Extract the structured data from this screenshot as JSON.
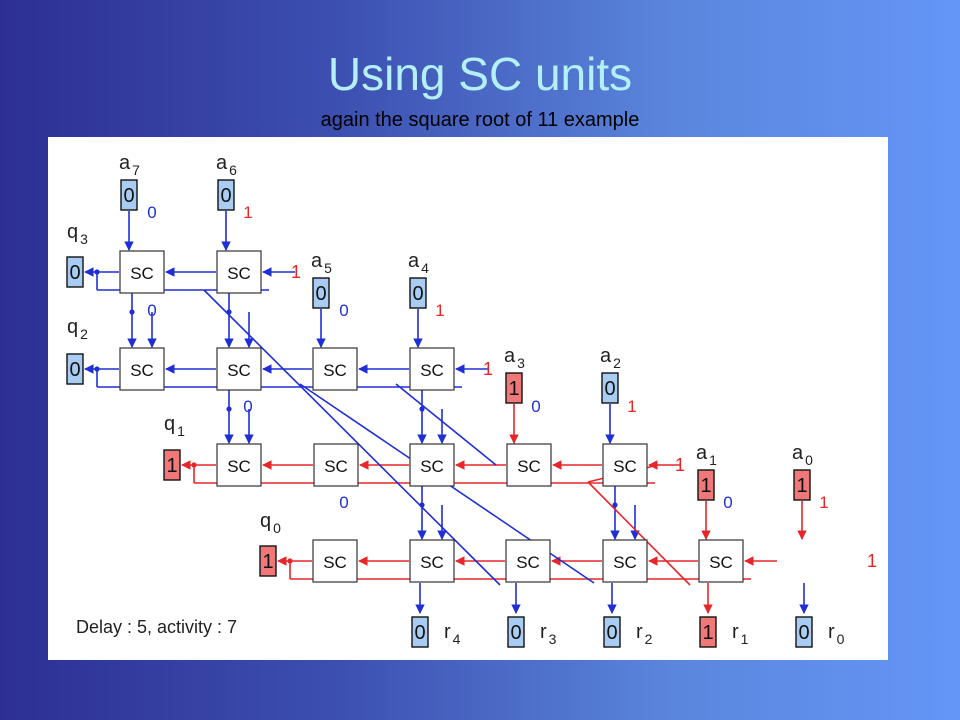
{
  "title": "Using SC units",
  "subtitle": "again the square root of 11 example",
  "status": "Delay : 5, activity : 7",
  "colors": {
    "blue": "#1f2fd6",
    "red": "#e8262a",
    "blue_box": "#a9cdf2",
    "red_box": "#f07878"
  },
  "a_inputs": [
    {
      "sym": "a",
      "sub": "7",
      "value": "0"
    },
    {
      "sym": "a",
      "sub": "6",
      "value": "0"
    },
    {
      "sym": "a",
      "sub": "5",
      "value": "0"
    },
    {
      "sym": "a",
      "sub": "4",
      "value": "0"
    },
    {
      "sym": "a",
      "sub": "3",
      "value": "1"
    },
    {
      "sym": "a",
      "sub": "2",
      "value": "0"
    },
    {
      "sym": "a",
      "sub": "1",
      "value": "1"
    },
    {
      "sym": "a",
      "sub": "0",
      "value": "1"
    }
  ],
  "q_outputs": [
    {
      "sym": "q",
      "sub": "3",
      "value": "0"
    },
    {
      "sym": "q",
      "sub": "2",
      "value": "0"
    },
    {
      "sym": "q",
      "sub": "1",
      "value": "1"
    },
    {
      "sym": "q",
      "sub": "0",
      "value": "1"
    }
  ],
  "r_outputs": [
    {
      "sym": "r",
      "sub": "4",
      "value": "0"
    },
    {
      "sym": "r",
      "sub": "3",
      "value": "0"
    },
    {
      "sym": "r",
      "sub": "2",
      "value": "0"
    },
    {
      "sym": "r",
      "sub": "1",
      "value": "1"
    },
    {
      "sym": "r",
      "sub": "0",
      "value": "0"
    }
  ],
  "cell_label": "SC",
  "constant_labels": {
    "zero": "0",
    "one": "1"
  }
}
